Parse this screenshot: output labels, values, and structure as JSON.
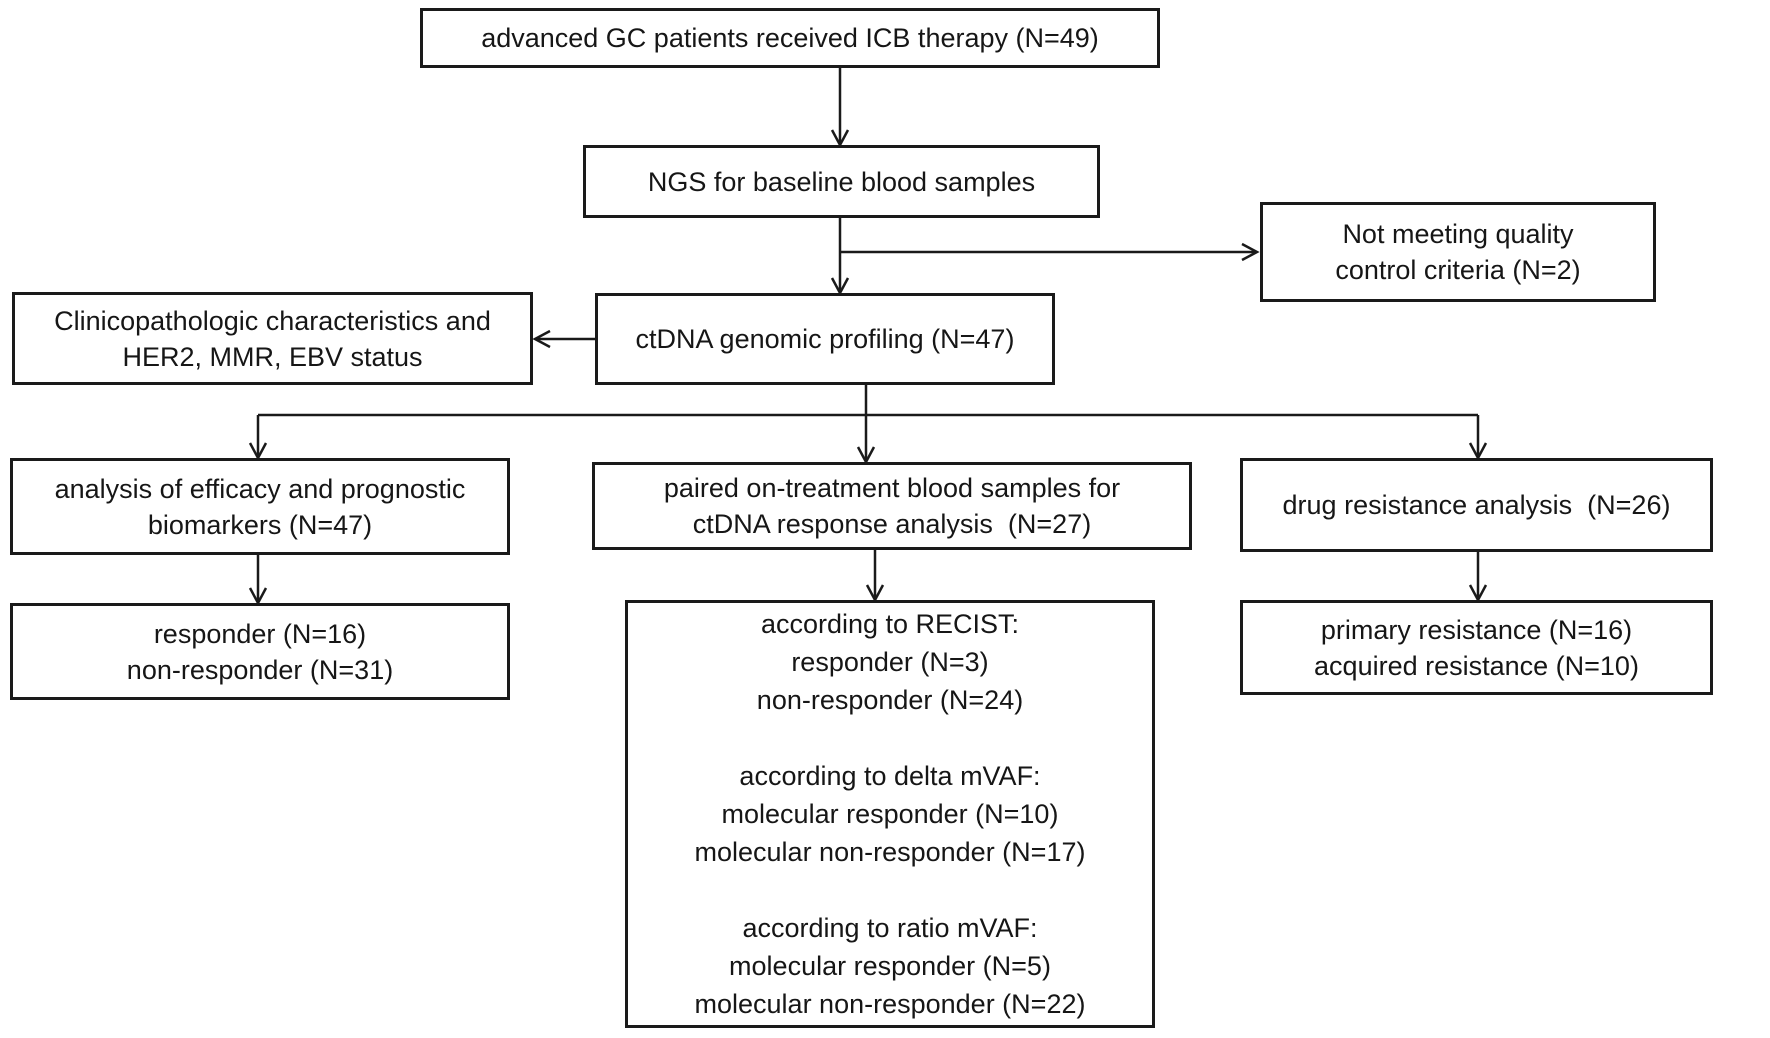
{
  "diagram": {
    "type": "flowchart",
    "colors": {
      "line": "#1a1a1a",
      "box_border": "#1a1a1a",
      "box_fill": "#ffffff",
      "background": "#ffffff",
      "text": "#161616"
    },
    "nodes": {
      "advanced": {
        "lines": [
          "advanced GC patients received ICB therapy (N=49)"
        ]
      },
      "ngs": {
        "lines": [
          "NGS for baseline blood samples"
        ]
      },
      "quality": {
        "lines": [
          "Not meeting quality",
          "control criteria (N=2)"
        ]
      },
      "clinico": {
        "lines": [
          "Clinicopathologic characteristics and",
          "HER2, MMR, EBV status"
        ]
      },
      "ctdna": {
        "lines": [
          "ctDNA genomic profiling (N=47)"
        ]
      },
      "efficacy": {
        "lines": [
          "analysis of efficacy and prognostic",
          "biomarkers (N=47)"
        ]
      },
      "responder": {
        "lines": [
          "responder (N=16)",
          "non-responder (N=31)"
        ]
      },
      "paired": {
        "lines": [
          "paired on-treatment blood samples for",
          "ctDNA response analysis  (N=27)"
        ]
      },
      "resistance": {
        "lines": [
          "drug resistance analysis  (N=26)"
        ]
      },
      "primary": {
        "lines": [
          "primary resistance (N=16)",
          "acquired resistance (N=10)"
        ]
      },
      "response_groups": {
        "lines": [
          "according to RECIST:",
          "responder (N=3)",
          "non-responder (N=24)",
          "",
          "according to delta mVAF:",
          "molecular responder (N=10)",
          "molecular non-responder (N=17)",
          "",
          "according to ratio mVAF:",
          "molecular responder (N=5)",
          "molecular non-responder (N=22)"
        ]
      }
    }
  }
}
